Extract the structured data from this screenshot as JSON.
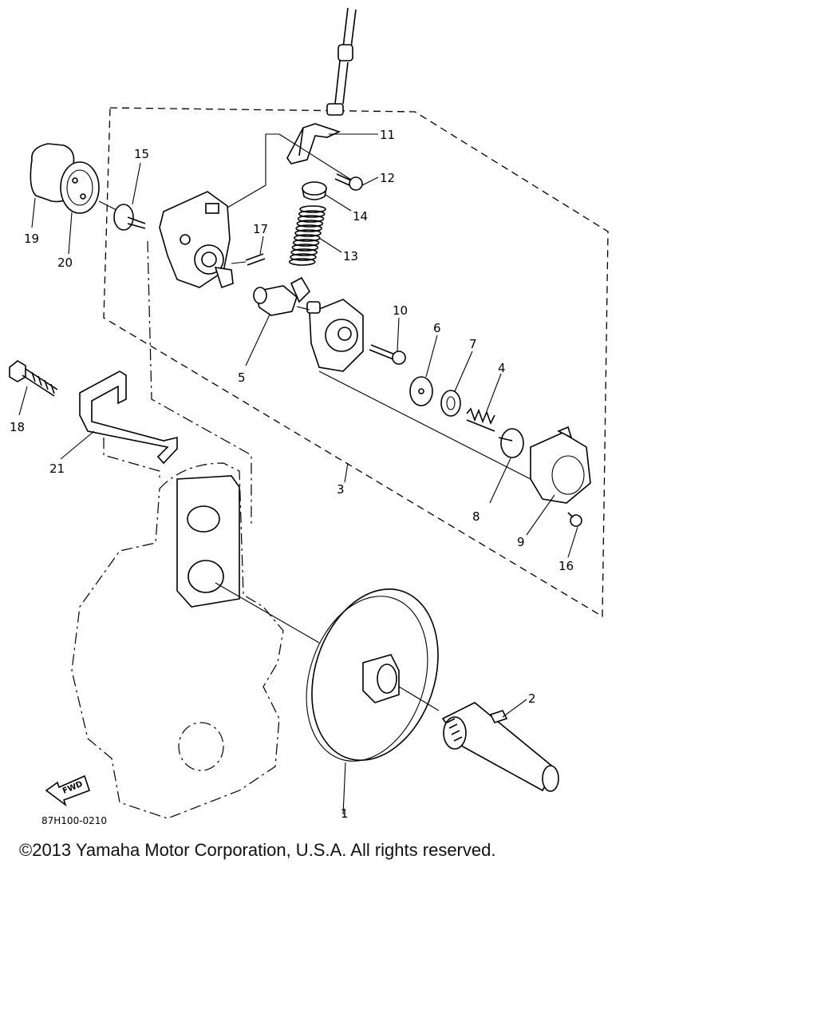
{
  "diagram": {
    "callouts": {
      "c1": "1",
      "c2": "2",
      "c3": "3",
      "c4": "4",
      "c5": "5",
      "c6": "6",
      "c7": "7",
      "c8": "8",
      "c9": "9",
      "c10": "10",
      "c11": "11",
      "c12": "12",
      "c13": "13",
      "c14": "14",
      "c15": "15",
      "c16": "16",
      "c17": "17",
      "c18": "18",
      "c19": "19",
      "c20": "20",
      "c21": "21"
    },
    "figure_code": "87H100-0210",
    "fwd_label": "FWD"
  },
  "copyright": "©2013 Yamaha Motor Corporation, U.S.A. All rights reserved."
}
